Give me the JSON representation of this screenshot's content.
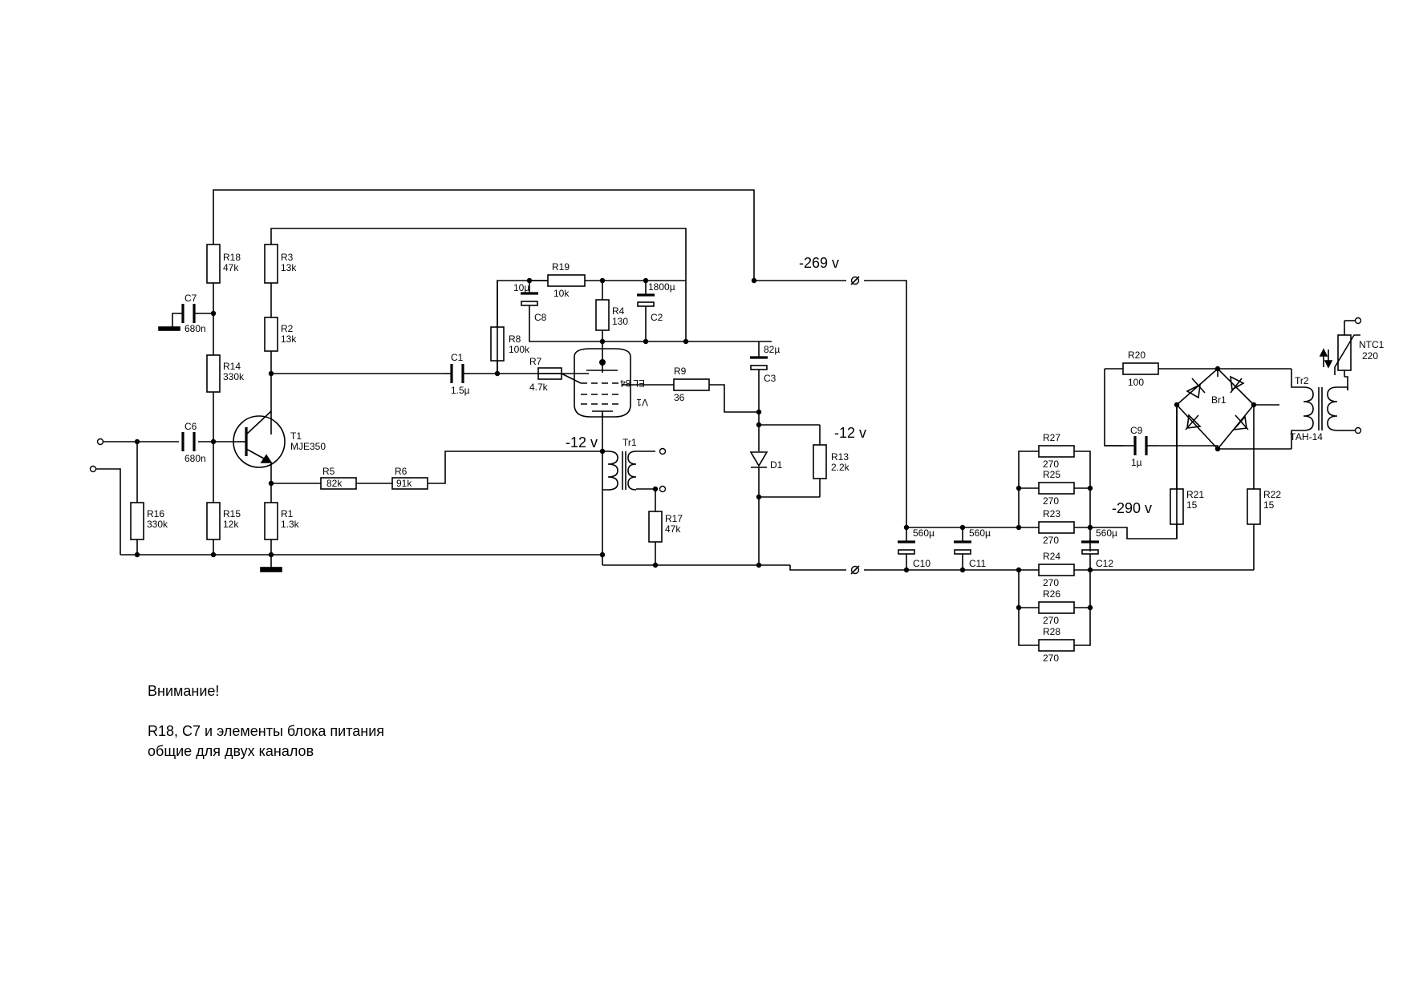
{
  "components": {
    "R18": {
      "ref": "R18",
      "value": "47k"
    },
    "R3": {
      "ref": "R3",
      "value": "13k"
    },
    "R2": {
      "ref": "R2",
      "value": "13k"
    },
    "R14": {
      "ref": "R14",
      "value": "330k"
    },
    "R15": {
      "ref": "R15",
      "value": "12k"
    },
    "R16": {
      "ref": "R16",
      "value": "330k"
    },
    "R1": {
      "ref": "R1",
      "value": "1.3k"
    },
    "R5": {
      "ref": "R5",
      "value": "82k"
    },
    "R6": {
      "ref": "R6",
      "value": "91k"
    },
    "R7": {
      "ref": "R7",
      "value": "4.7k"
    },
    "R8": {
      "ref": "R8",
      "value": "100k"
    },
    "R19": {
      "ref": "R19",
      "value": "10k"
    },
    "R4": {
      "ref": "R4",
      "value": "130"
    },
    "R9": {
      "ref": "R9",
      "value": "36"
    },
    "R13": {
      "ref": "R13",
      "value": "2.2k"
    },
    "R17": {
      "ref": "R17",
      "value": "47k"
    },
    "R27": {
      "ref": "R27",
      "value": "270"
    },
    "R25": {
      "ref": "R25",
      "value": "270"
    },
    "R23": {
      "ref": "R23",
      "value": "270"
    },
    "R24": {
      "ref": "R24",
      "value": "270"
    },
    "R26": {
      "ref": "R26",
      "value": "270"
    },
    "R28": {
      "ref": "R28",
      "value": "270"
    },
    "R20": {
      "ref": "R20",
      "value": "100"
    },
    "R21": {
      "ref": "R21",
      "value": "15"
    },
    "R22": {
      "ref": "R22",
      "value": "15"
    },
    "C7": {
      "ref": "C7",
      "value": "680n"
    },
    "C6": {
      "ref": "C6",
      "value": "680n"
    },
    "C1": {
      "ref": "C1",
      "value": "1.5µ"
    },
    "C8": {
      "ref": "C8",
      "value": "10µ"
    },
    "C2": {
      "ref": "C2",
      "value": "1800µ"
    },
    "C3": {
      "ref": "C3",
      "value": "82µ"
    },
    "C10": {
      "ref": "C10",
      "value": "560µ"
    },
    "C11": {
      "ref": "C11",
      "value": "560µ"
    },
    "C12": {
      "ref": "C12",
      "value": "560µ"
    },
    "C9": {
      "ref": "C9",
      "value": "1µ"
    },
    "T1": {
      "ref": "T1",
      "value": "MJE350"
    },
    "V1": {
      "ref": "V1",
      "value": "EL 84"
    },
    "Tr1": {
      "ref": "Tr1"
    },
    "Tr2": {
      "ref": "Tr2",
      "value": "ТАН-14"
    },
    "D1": {
      "ref": "D1"
    },
    "Br1": {
      "ref": "Br1"
    },
    "NTC1": {
      "ref": "NTC1",
      "value": "220"
    }
  },
  "voltages": {
    "b_plus": "-269 v",
    "heater_left": "-12 v",
    "heater_right": "-12 v",
    "psu": "-290 v"
  },
  "note": {
    "title": "Внимание!",
    "line1": "R18, C7 и элементы блока питания",
    "line2": "общие для двух каналов"
  }
}
